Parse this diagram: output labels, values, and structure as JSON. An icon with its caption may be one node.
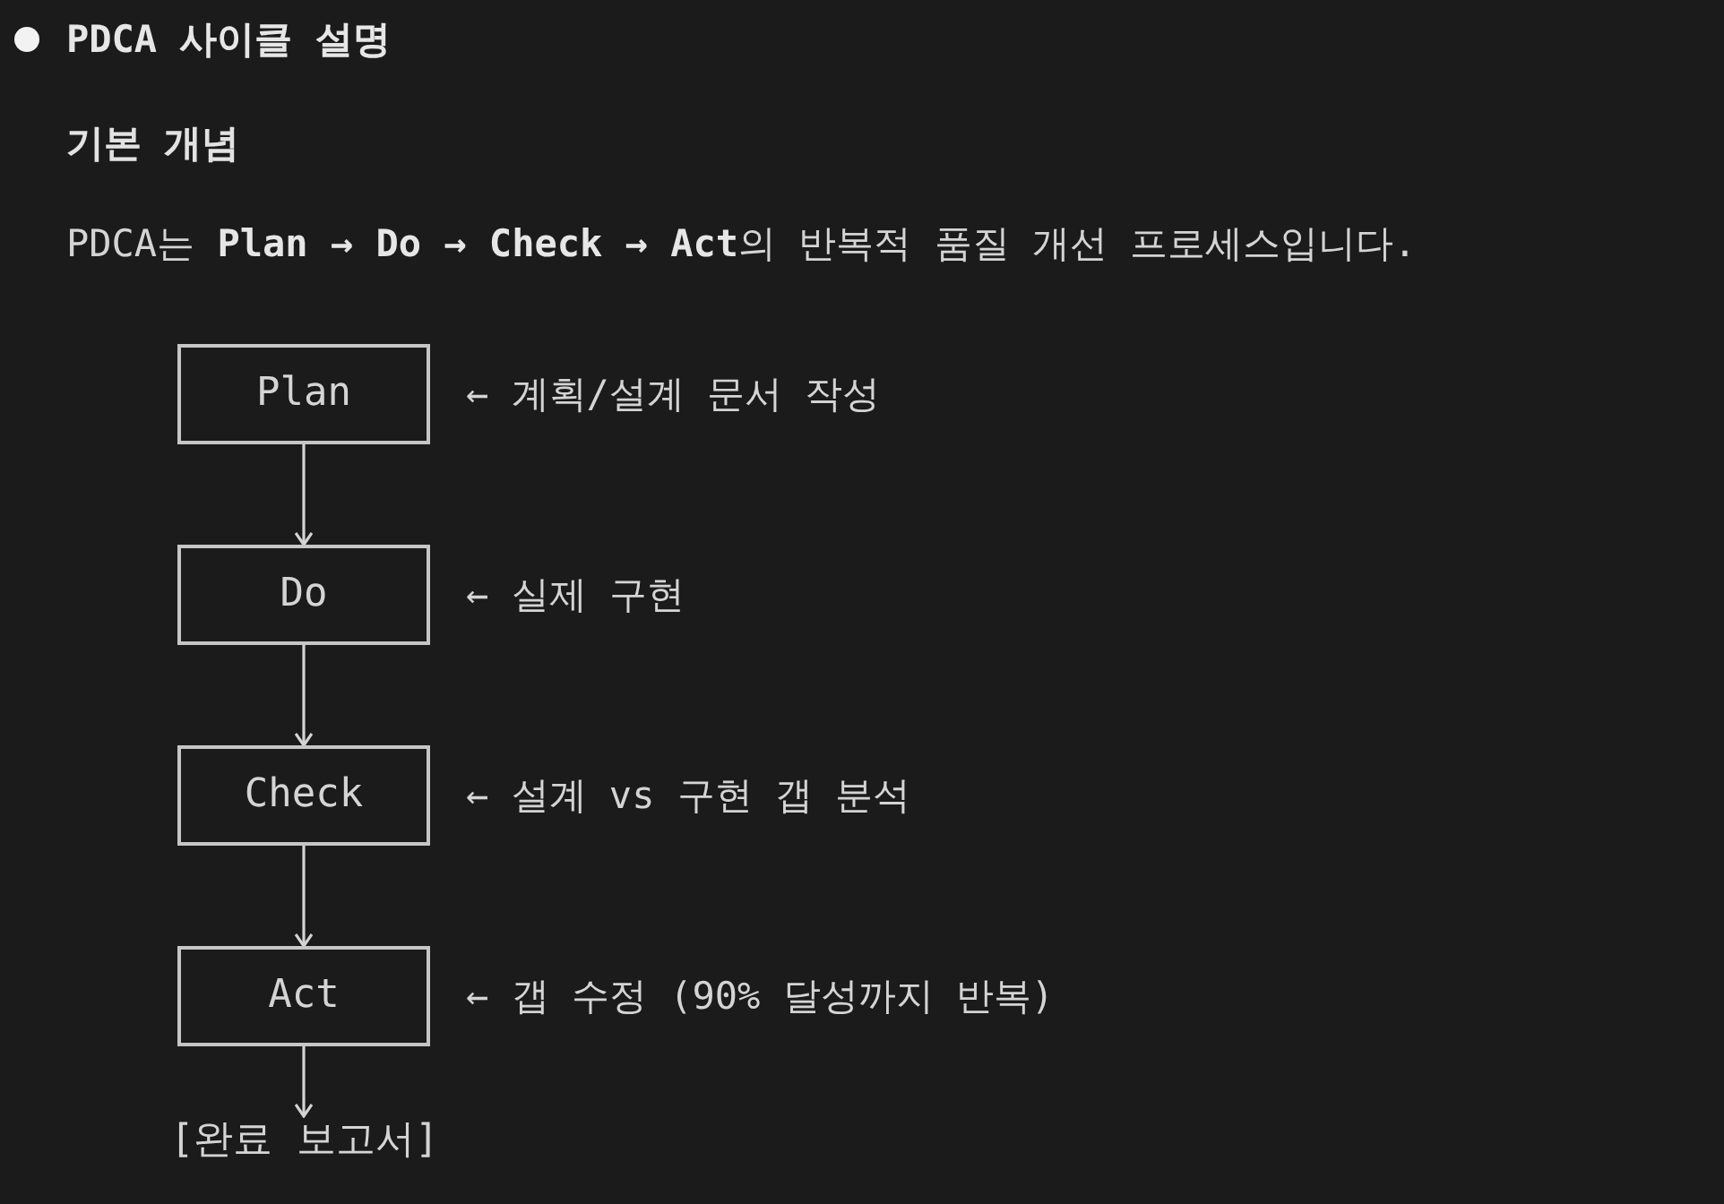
{
  "diagram": {
    "title": "PDCA 사이클 설명",
    "nodes": [
      {
        "text": [
          "Plan"
        ],
        "beside": [
          "← 계획/설계 문서 작성"
        ]
      },
      {
        "text": [
          "Do"
        ],
        "beside": [
          "← 실제 구현"
        ]
      },
      {
        "text": [
          "Check"
        ],
        "beside": [
          "← 설계 vs 구현 갭 분석"
        ]
      },
      {
        "text": [
          "Act"
        ],
        "beside": [
          "← 갭 수정 (90% 달성까지 반복)"
        ]
      },
      {
        "text": [
          "[완료 보고서]"
        ]
      }
    ],
    "edges": [
      {
        "from": 0,
        "to": 1,
        "arrow": "to"
      },
      {
        "from": 1,
        "to": 2,
        "arrow": "to"
      },
      {
        "from": 2,
        "to": 3,
        "arrow": "to"
      },
      {
        "from": 3,
        "to": 4,
        "arrow": "to"
      }
    ],
    "labels": [
      "기본 개념",
      "PDCA는 **Plan → Do → Check → Act**의 반복적 품질 개선 프로세스입니다."
    ]
  }
}
